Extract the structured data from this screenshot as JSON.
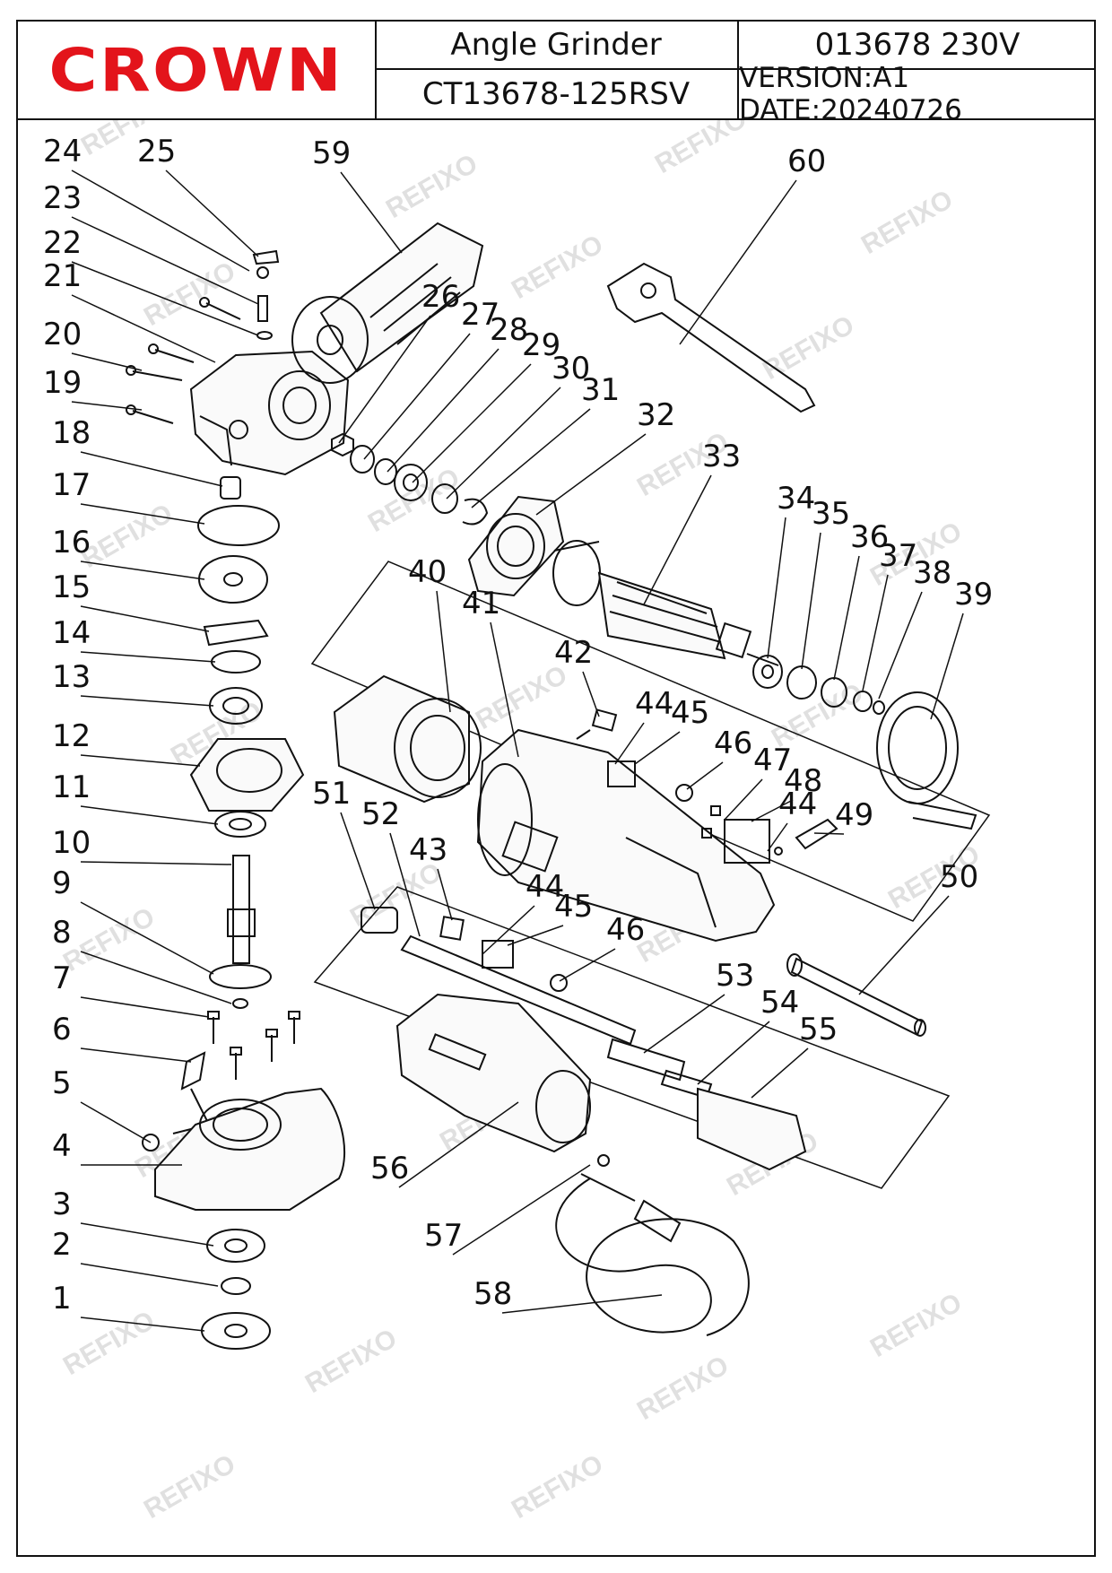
{
  "header": {
    "brand": "CROWN",
    "product_name": "Angle Grinder",
    "article_voltage": "013678  230V",
    "model": "CT13678-125RSV",
    "version_date": "VERSION:A1  DATE:20240726"
  },
  "watermark_text": "REFIXO",
  "part_numbers": [
    "1",
    "2",
    "3",
    "4",
    "5",
    "6",
    "7",
    "8",
    "9",
    "10",
    "11",
    "12",
    "13",
    "14",
    "15",
    "16",
    "17",
    "18",
    "19",
    "20",
    "21",
    "22",
    "23",
    "24",
    "25",
    "26",
    "27",
    "28",
    "29",
    "30",
    "31",
    "32",
    "33",
    "34",
    "35",
    "36",
    "37",
    "38",
    "39",
    "40",
    "41",
    "42",
    "43",
    "44",
    "44",
    "44",
    "45",
    "45",
    "46",
    "46",
    "47",
    "48",
    "49",
    "50",
    "51",
    "52",
    "53",
    "54",
    "55",
    "56",
    "57",
    "58",
    "59",
    "60"
  ]
}
